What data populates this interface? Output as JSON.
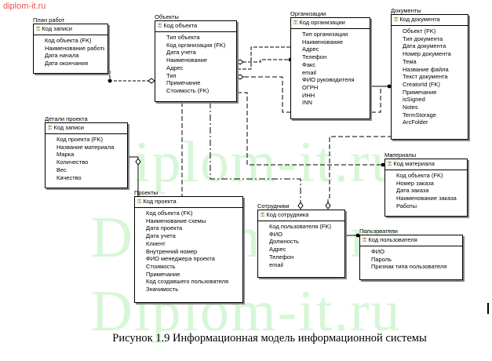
{
  "watermark": {
    "corner": "diplom-it.ru",
    "large": [
      "Diplom-it.ru",
      "Diplom-it.ru",
      "Diplom-it.ru"
    ]
  },
  "caption": "Рисунок 1.9  Информационная модель информационной системы",
  "entities": [
    {
      "id": "plan",
      "title": "План работ",
      "key": "Код записи",
      "fields": [
        "Код объекта (FK)",
        "Наименование работы",
        "Дата начала",
        "Дата окончания"
      ]
    },
    {
      "id": "objects",
      "title": "Объекты",
      "key": "Код объекта",
      "fields": [
        "Тип объекта",
        "Код организации (FK)",
        "Дата учета",
        "Наименование",
        "Адрес",
        "Тип",
        "Примечание",
        "Стоимость (FK)"
      ]
    },
    {
      "id": "orgs",
      "title": "Организации",
      "key": "Код организации",
      "fields": [
        "Тип организации",
        "Наименование",
        "Адрес",
        "Телефон",
        "Факс",
        "email",
        "ФИО руководителя",
        "ОГРН",
        "ИНН",
        "INN"
      ]
    },
    {
      "id": "docs",
      "title": "Документы",
      "key": "Код документа",
      "fields": [
        "Объект (FK)",
        "Тип документа",
        "Дата документа",
        "Номер документа",
        "Тема",
        "Название файла",
        "Текст документа",
        "CreatorId (FK)",
        "Примечание",
        "isSigned",
        "Notes",
        "TermStorage",
        "ArcFolder"
      ]
    },
    {
      "id": "details",
      "title": "Детали проекта",
      "key": "Код записи",
      "fields": [
        "Код проекта (FK)",
        "Название материала",
        "Марка",
        "Количество",
        "Вес",
        "Качество"
      ]
    },
    {
      "id": "materials",
      "title": "Материалы",
      "key": "Код материала",
      "fields": [
        "Код объекта (FK)",
        "Номер заказа",
        "Дата заказа",
        "Наименование заказа",
        "Работы"
      ]
    },
    {
      "id": "projects",
      "title": "Проекты",
      "key": "Код проекта",
      "fields": [
        "Код объекта (FK)",
        "Наименование схемы",
        "Дата проекта",
        "Дата учета",
        "Клиент",
        "Внутренний номер",
        "ФИО менеджера проекта",
        "Стоимость",
        "Примечание",
        "Код создавшего пользователя",
        "Значимость"
      ]
    },
    {
      "id": "staff",
      "title": "Сотрудники",
      "key": "Код сотрудника",
      "fields": [
        "Код пользователя (FK)",
        "ФИО",
        "Должность",
        "Адрес",
        "Телефон",
        "email"
      ]
    },
    {
      "id": "users",
      "title": "Пользователи",
      "key": "Код пользователя",
      "fields": [
        "ФИО",
        "Пароль",
        "Признак типа пользователя"
      ]
    }
  ]
}
